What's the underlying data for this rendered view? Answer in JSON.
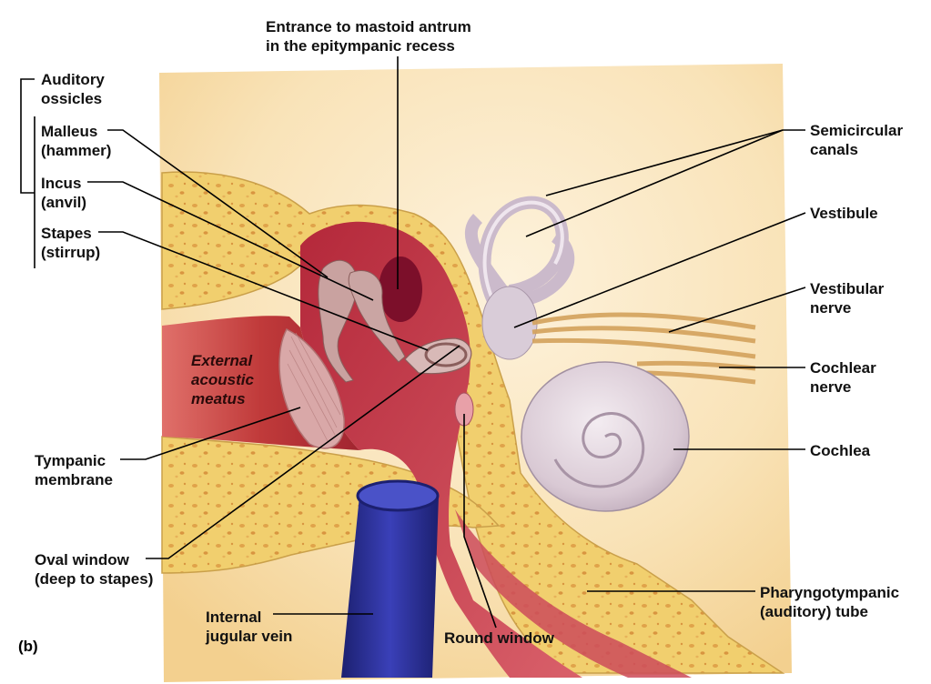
{
  "panel_label": "(b)",
  "labels": {
    "auditory_ossicles": "Auditory\nossicles",
    "malleus": "Malleus\n(hammer)",
    "incus": "Incus\n(anvil)",
    "stapes": "Stapes\n(stirrup)",
    "mastoid_entrance": "Entrance to mastoid antrum\nin the epitympanic recess",
    "semicircular_canals": "Semicircular\ncanals",
    "vestibule": "Vestibule",
    "vestibular_nerve": "Vestibular\nnerve",
    "cochlear_nerve": "Cochlear\nnerve",
    "cochlea": "Cochlea",
    "external_acoustic_meatus": "External\nacoustic\nmeatus",
    "tympanic_membrane": "Tympanic\nmembrane",
    "oval_window": "Oval window\n(deep to stapes)",
    "internal_jugular_vein": "Internal\njugular vein",
    "round_window": "Round window",
    "pharyngotympanic_tube": "Pharyngotympanic\n(auditory) tube"
  },
  "colors": {
    "background": "#fdf0d8",
    "bone": "#f2d27a",
    "canal": "#c03a3a",
    "cavity": "#b4283a",
    "vein": "#2a2f9a",
    "inner_ear": "#e2d6df",
    "nerve": "#d9ad6a",
    "leader": "#000000"
  }
}
